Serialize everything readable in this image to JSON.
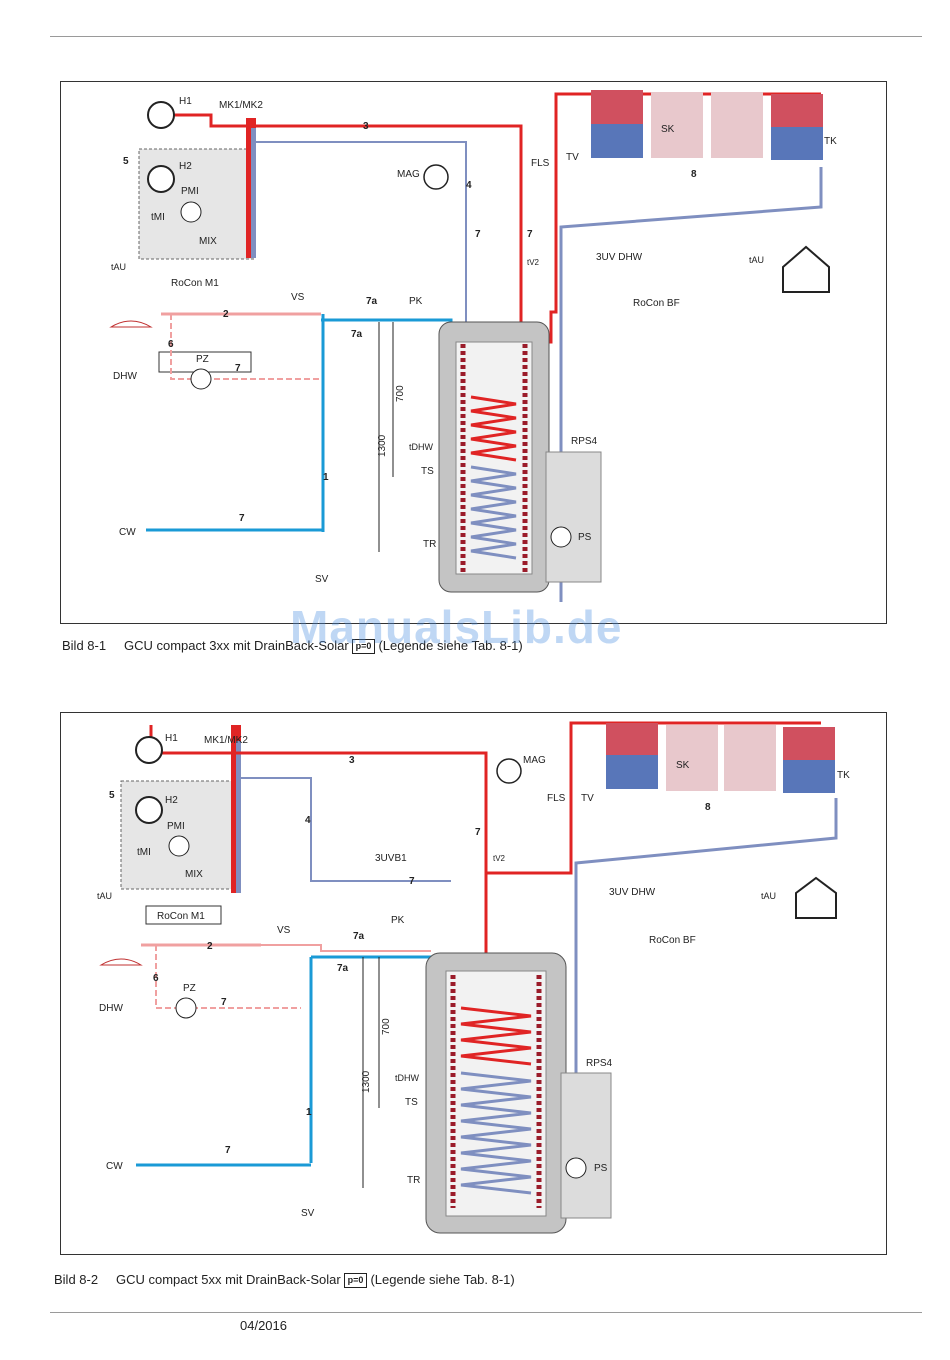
{
  "figure1": {
    "caption_number": "Bild 8-1",
    "caption_title": "GCU compact 3xx mit DrainBack-Solar",
    "caption_badge": "p=0",
    "caption_note": "(Legende siehe Tab. 8-1)",
    "labels": {
      "h1": "H1",
      "h2": "H2",
      "mk": "MK1/MK2",
      "n5": "5",
      "pmi": "PMI",
      "tmi": "tMI",
      "mix": "MIX",
      "tau": "tAU",
      "rocon_m1": "RoCon M1",
      "mag": "MAG",
      "n3": "3",
      "n4": "4",
      "n7a": "7",
      "n7b": "7",
      "fls": "FLS",
      "tv": "TV",
      "sk": "SK",
      "n8": "8",
      "tk": "TK",
      "tv2": "tV2",
      "uv_dhw": "3UV DHW",
      "tau2": "tAU",
      "rocon_bf": "RoCon BF",
      "pk": "PK",
      "vs": "VS",
      "n2": "2",
      "s7a1": "7a",
      "s7a2": "7a",
      "n6": "6",
      "pz": "PZ",
      "n7c": "7",
      "dhw": "DHW",
      "d700": "700",
      "d1300": "1300",
      "tdhw": "tDHW",
      "ts": "TS",
      "rps4": "RPS4",
      "ps": "PS",
      "n1": "1",
      "cw": "CW",
      "n7d": "7",
      "tr": "TR",
      "sv": "SV"
    }
  },
  "figure2": {
    "caption_number": "Bild 8-2",
    "caption_title": "GCU compact 5xx mit DrainBack-Solar",
    "caption_badge": "p=0",
    "caption_note": "(Legende siehe Tab. 8-1)",
    "labels": {
      "h1": "H1",
      "h2": "H2",
      "mk": "MK1/MK2",
      "n5": "5",
      "pmi": "PMI",
      "tmi": "tMI",
      "mix": "MIX",
      "tau": "tAU",
      "rocon_m1": "RoCon M1",
      "mag": "MAG",
      "n3": "3",
      "n4": "4",
      "n7a": "7",
      "fls": "FLS",
      "tv": "TV",
      "sk": "SK",
      "n8": "8",
      "tk": "TK",
      "uvb1": "3UVB1",
      "n7b": "7",
      "tv2": "tV2",
      "uv_dhw": "3UV DHW",
      "tau2": "tAU",
      "pk": "PK",
      "rocon_bf": "RoCon BF",
      "vs": "VS",
      "n2": "2",
      "s7a1": "7a",
      "s7a2": "7a",
      "n6": "6",
      "pz": "PZ",
      "n7c": "7",
      "dhw": "DHW",
      "d700": "700",
      "d1300": "1300",
      "tdhw": "tDHW",
      "ts": "TS",
      "rps4": "RPS4",
      "ps": "PS",
      "n1": "1",
      "cw": "CW",
      "n7d": "7",
      "tr": "TR",
      "sv": "SV"
    }
  },
  "watermark": "ManualsLib.de",
  "footer_date": "04/2016",
  "colors": {
    "hot": "#e02424",
    "return": "#7f8fc0",
    "cold": "#1a9ad6",
    "circ": "#f0a0a0",
    "tank": "#bfbfbf"
  }
}
